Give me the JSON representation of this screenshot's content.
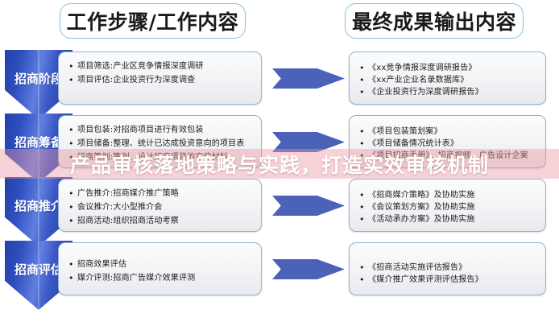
{
  "headers": {
    "left": "工作步骤/工作内容",
    "right": "最终成果输出内容"
  },
  "overlay": {
    "banner_text": "产品审核落地策略与实践，打造实效审核机制",
    "band_color": "#eb96a0",
    "text_color": "#ffffff"
  },
  "colors": {
    "chevron_blue": "#2f4fc0",
    "connector_blue": "#4a62b8",
    "box_border": "#8fb0d8",
    "pill_border": "#7fc4e8"
  },
  "stages": [
    {
      "label": "招商阶段",
      "steps": [
        "项目筛选:产业区竞争情报深度调研",
        "项目评估:企业投资行为深度调查"
      ],
      "outputs": [
        "《xx竞争情报深度调研报告》",
        "《xx产业企业名录数据库》",
        "《企业投资行为深度调研报告》"
      ]
    },
    {
      "label": "招商筹备",
      "steps": [
        "项目包装:对招商项目进行有效包装",
        "项目储备:整理、统计已达成投资意向的项目表",
        "招商策划:策划、设计招商项目的宣传材料"
      ],
      "outputs": [
        "《项目包装策划案》",
        "《项目储备情况统计表》",
        "《项目招商手册》、招商视频、广告设计企案"
      ]
    },
    {
      "label": "招商推介",
      "steps": [
        "广告推介:招商媒介推广策略",
        "会议推介:大小型推介会",
        "招商活动:组织招商活动考察"
      ],
      "outputs": [
        "《招商媒介策略》及协助实施",
        "《会议策划方案》及协助实施",
        "《活动承办方案》及协助实施"
      ]
    },
    {
      "label": "招商评估",
      "steps": [
        "招商效果评估",
        "媒介评测:招商广告媒介效果评测"
      ],
      "outputs": [
        "《招商活动实施评估报告》",
        "《媒介推广效果评测评估报告》"
      ]
    }
  ]
}
